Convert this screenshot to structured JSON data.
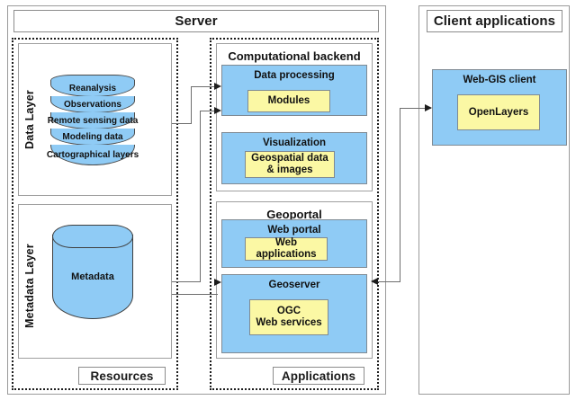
{
  "diagram": {
    "title_server": "Server",
    "title_client": "Client applications",
    "zones": {
      "resources": "Resources",
      "applications": "Applications"
    },
    "data_layer": {
      "side_label": "Data Layer",
      "stack": [
        "Reanalysis",
        "Observations",
        "Remote sensing data",
        "Modeling data",
        "Cartographical layers"
      ]
    },
    "metadata_layer": {
      "side_label": "Metadata Layer",
      "database_label": "Metadata"
    },
    "computational_backend": {
      "title": "Computational backend",
      "blocks": [
        {
          "title": "Data processing",
          "inner": "Modules"
        },
        {
          "title": "Visualization",
          "inner": "Geospatial data & images"
        }
      ]
    },
    "geoportal": {
      "title": "Geoportal",
      "blocks": [
        {
          "title": "Web portal",
          "inner": "Web applications"
        },
        {
          "title": "Geoserver",
          "inner": "OGC\nWeb services"
        }
      ]
    },
    "client_applications": {
      "block": {
        "title": "Web-GIS client",
        "inner": "OpenLayers"
      }
    },
    "colors": {
      "blue": "#8fcbf5",
      "yellow": "#fbf8a4",
      "border": "#7f8a93",
      "line": "#6e6e6e",
      "dotted": "#1c1c1c"
    }
  }
}
